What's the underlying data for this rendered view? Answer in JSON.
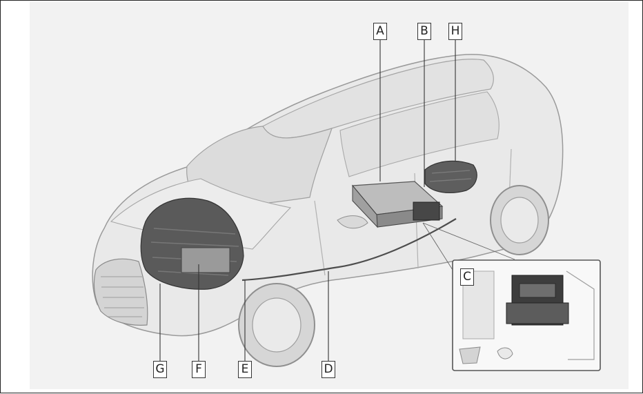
{
  "diagram": {
    "callouts": [
      {
        "id": "A",
        "label": "A"
      },
      {
        "id": "B",
        "label": "B"
      },
      {
        "id": "H",
        "label": "H"
      },
      {
        "id": "C",
        "label": "C"
      },
      {
        "id": "G",
        "label": "G"
      },
      {
        "id": "F",
        "label": "F"
      },
      {
        "id": "E",
        "label": "E"
      },
      {
        "id": "D",
        "label": "D"
      }
    ]
  }
}
